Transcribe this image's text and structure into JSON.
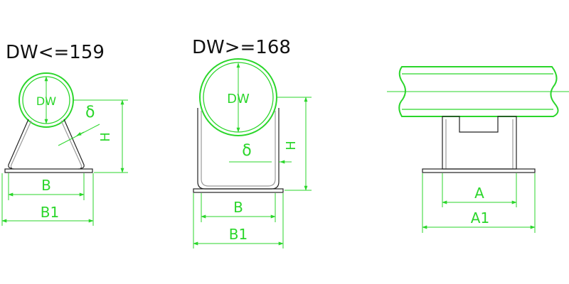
{
  "views": {
    "small": {
      "title": "DW<=159",
      "labels": {
        "dw": "DW",
        "delta": "δ",
        "h": "H",
        "b": "B",
        "b1": "B1"
      }
    },
    "large": {
      "title": "DW>=168",
      "labels": {
        "dw": "DW",
        "delta": "δ",
        "h": "H",
        "b": "B",
        "b1": "B1"
      }
    },
    "side": {
      "labels": {
        "a": "A",
        "a1": "A1"
      }
    }
  },
  "colors": {
    "dimension": "#2bd62b",
    "outline": "#222222",
    "shadow": "#9a9a9a"
  }
}
